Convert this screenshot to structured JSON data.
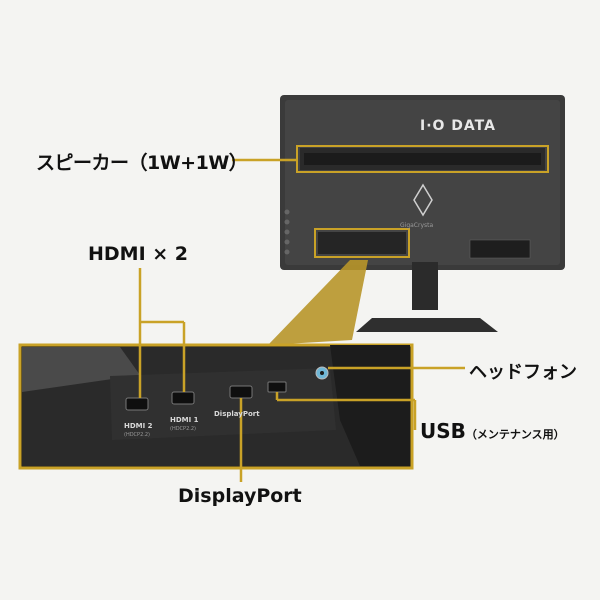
{
  "callouts": {
    "speaker": "スピーカー（1W+1W）",
    "hdmi": "HDMI × 2",
    "headphone": "ヘッドフォン",
    "usb": "USB",
    "usb_note": "（メンテナンス用）",
    "displayport": "DisplayPort"
  },
  "monitor": {
    "brand": "I·O DATA",
    "subbrand": "GigaCrysta"
  },
  "port_panel": {
    "hdmi2": "HDMI 2",
    "hdmi1": "HDMI 1",
    "displayport": "DisplayPort",
    "sub": "(HDCP2.2)"
  },
  "colors": {
    "accent_gold": "#c9a227",
    "monitor_body": "#3a3a3a"
  }
}
